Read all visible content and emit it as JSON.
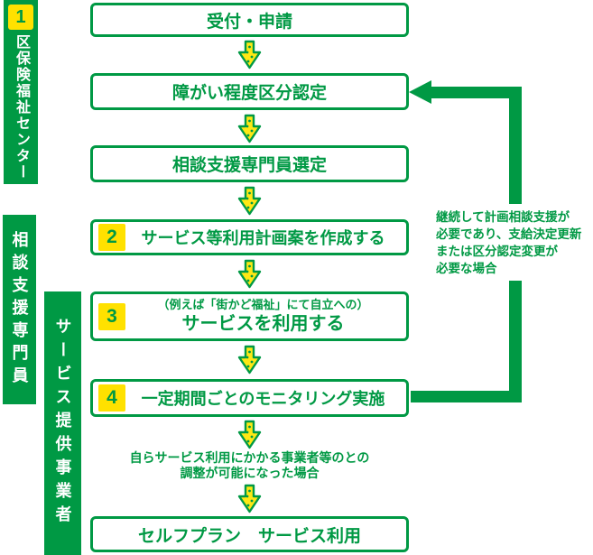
{
  "colors": {
    "green": "#009944",
    "yellow": "#ffe100",
    "white": "#ffffff"
  },
  "sidebars": {
    "center": {
      "badge": "1",
      "label": "区保険福祉センター"
    },
    "specialist": {
      "label": "相談支援専門員"
    },
    "provider": {
      "label": "サービス提供事業者"
    }
  },
  "boxes": {
    "reception": {
      "label": "受付・申請"
    },
    "certification": {
      "label": "障がい程度区分認定"
    },
    "selection": {
      "label": "相談支援専門員選定"
    },
    "plan": {
      "badge": "2",
      "label": "サービス等利用計画案を作成する"
    },
    "use": {
      "badge": "3",
      "note": "（例えば「街かど福祉」にて自立への）",
      "label": "サービスを利用する"
    },
    "monitoring": {
      "badge": "4",
      "label": "一定期間ごとのモニタリング実施"
    },
    "selfplan": {
      "label": "セルフプラン　サービス利用"
    }
  },
  "captions": {
    "self_arrange": {
      "line1": "自らサービス利用にかかる事業者等のとの",
      "line2": "調整が可能になった場合"
    },
    "feedback": {
      "line1": "継続して計画相談支援が",
      "line2": "必要であり、支給決定更新",
      "line3": "または区分認定変更が",
      "line4": "必要な場合"
    }
  }
}
